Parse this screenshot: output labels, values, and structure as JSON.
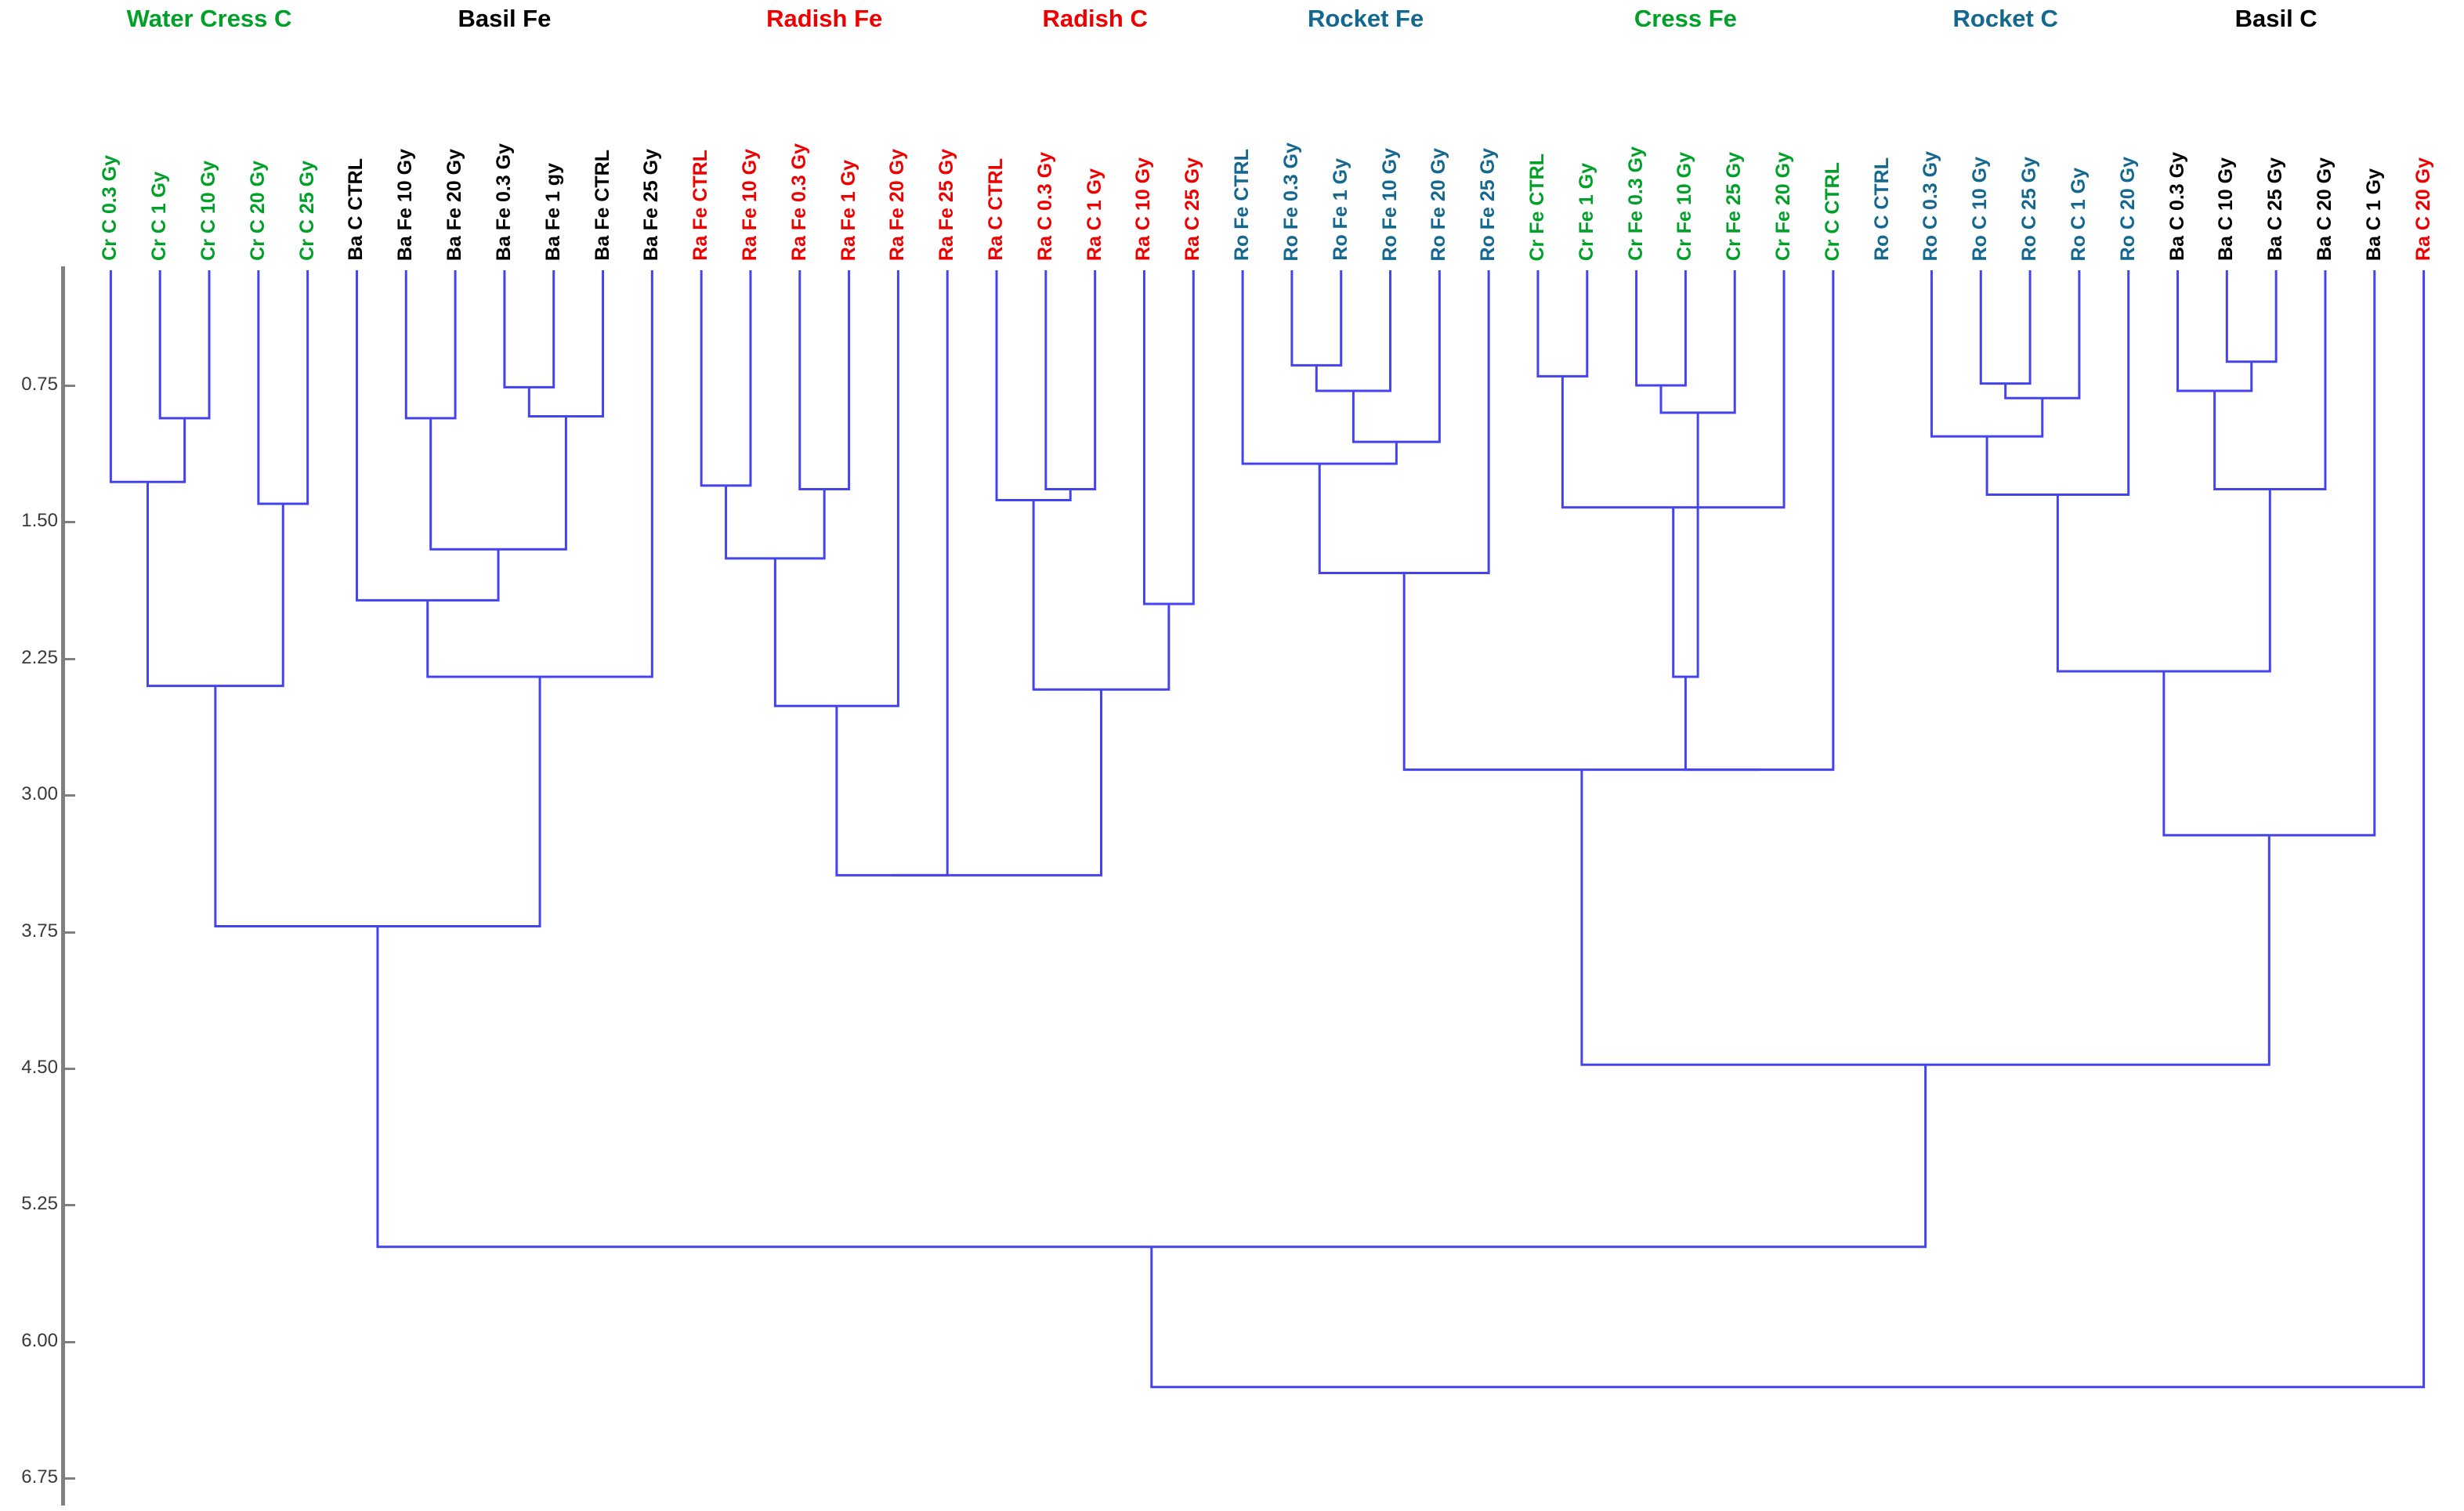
{
  "chart_data": {
    "type": "dendrogram",
    "title": "",
    "xlabel": "",
    "ylabel": "",
    "ylim": [
      0,
      7.2
    ],
    "grid": false,
    "legend": "none",
    "link_color": "#4444ee",
    "axis_color": "#808080",
    "y_ticks": [
      "0.75",
      "1.50",
      "2.25",
      "3.00",
      "3.75",
      "4.50",
      "5.25",
      "6.00",
      "6.75"
    ],
    "y_tick_values": [
      0.75,
      1.5,
      2.25,
      3.0,
      3.75,
      4.5,
      5.25,
      6.0,
      6.75
    ],
    "group_colors": {
      "cress_c": "#00a029",
      "basil": "#000000",
      "radish": "#ee0000",
      "rocket": "#14688f",
      "cress_fe": "#00a029"
    },
    "groups": [
      {
        "name": "Water Cress C",
        "color": "#00a029",
        "center_x": 0.043,
        "leaf_start": 0,
        "leaf_count": 5
      },
      {
        "name": "Basil Fe",
        "color": "#000000",
        "center_x": 0.1955,
        "leaf_start": 5,
        "leaf_count": 7
      },
      {
        "name": "Radish Fe",
        "color": "#ee0000",
        "center_x": 0.339,
        "leaf_start": 12,
        "leaf_count": 6
      },
      {
        "name": "Radish C",
        "color": "#ee0000",
        "center_x": 0.465,
        "leaf_start": 18,
        "leaf_count": 5
      },
      {
        "name": "Rocket Fe",
        "color": "#14688f",
        "center_x": 0.58,
        "leaf_start": 23,
        "leaf_count": 6
      },
      {
        "name": "Cress Fe",
        "color": "#00a029",
        "center_x": 0.7,
        "leaf_start": 29,
        "leaf_count": 7
      },
      {
        "name": "Rocket C",
        "color": "#14688f",
        "center_x": 0.818,
        "leaf_start": 36,
        "leaf_count": 6
      },
      {
        "name": "Basil C",
        "color": "#000000",
        "center_x": 0.944,
        "leaf_start": 42,
        "leaf_count": 5
      }
    ],
    "leaves": [
      {
        "label": "Cr C 0.3 Gy",
        "color": "#00a029"
      },
      {
        "label": "Cr C 1 Gy",
        "color": "#00a029"
      },
      {
        "label": "Cr C 10 Gy",
        "color": "#00a029"
      },
      {
        "label": "Cr C 20 Gy",
        "color": "#00a029"
      },
      {
        "label": "Cr C 25 Gy",
        "color": "#00a029"
      },
      {
        "label": "Ba C CTRL",
        "color": "#000000"
      },
      {
        "label": "Ba Fe 10 Gy",
        "color": "#000000"
      },
      {
        "label": "Ba Fe 20 Gy",
        "color": "#000000"
      },
      {
        "label": "Ba Fe 0.3 Gy",
        "color": "#000000"
      },
      {
        "label": "Ba Fe 1 gy",
        "color": "#000000"
      },
      {
        "label": "Ba Fe CTRL",
        "color": "#000000"
      },
      {
        "label": "Ba Fe 25 Gy",
        "color": "#000000"
      },
      {
        "label": "Ra Fe CTRL",
        "color": "#ee0000"
      },
      {
        "label": "Ra Fe 10 Gy",
        "color": "#ee0000"
      },
      {
        "label": "Ra Fe 0.3 Gy",
        "color": "#ee0000"
      },
      {
        "label": "Ra Fe 1 Gy",
        "color": "#ee0000"
      },
      {
        "label": "Ra Fe 20 Gy",
        "color": "#ee0000"
      },
      {
        "label": "Ra Fe 25 Gy",
        "color": "#ee0000"
      },
      {
        "label": "Ra C CTRL",
        "color": "#ee0000"
      },
      {
        "label": "Ra C 0.3 Gy",
        "color": "#ee0000"
      },
      {
        "label": "Ra C 1 Gy",
        "color": "#ee0000"
      },
      {
        "label": "Ra C 10 Gy",
        "color": "#ee0000"
      },
      {
        "label": "Ra C 25 Gy",
        "color": "#ee0000"
      },
      {
        "label": "Ro Fe CTRL",
        "color": "#14688f"
      },
      {
        "label": "Ro Fe 0.3 Gy",
        "color": "#14688f"
      },
      {
        "label": "Ro Fe 1 Gy",
        "color": "#14688f"
      },
      {
        "label": "Ro Fe 10 Gy",
        "color": "#14688f"
      },
      {
        "label": "Ro Fe 20 Gy",
        "color": "#14688f"
      },
      {
        "label": "Ro Fe 25 Gy",
        "color": "#14688f"
      },
      {
        "label": "Cr Fe CTRL",
        "color": "#00a029"
      },
      {
        "label": "Cr Fe 1 Gy",
        "color": "#00a029"
      },
      {
        "label": "Cr Fe 0.3 Gy",
        "color": "#00a029"
      },
      {
        "label": "Cr Fe 10 Gy",
        "color": "#00a029"
      },
      {
        "label": "Cr Fe 25 Gy",
        "color": "#00a029"
      },
      {
        "label": "Cr Fe 20 Gy",
        "color": "#00a029"
      },
      {
        "label": "Cr C CTRL",
        "color": "#00a029"
      },
      {
        "label": "Ro C CTRL",
        "color": "#14688f"
      },
      {
        "label": "Ro C 0.3 Gy",
        "color": "#14688f"
      },
      {
        "label": "Ro C 10 Gy",
        "color": "#14688f"
      },
      {
        "label": "Ro C 25 Gy",
        "color": "#14688f"
      },
      {
        "label": "Ro C 1 Gy",
        "color": "#14688f"
      },
      {
        "label": "Ro C 20 Gy",
        "color": "#14688f"
      },
      {
        "label": "Ba C 0.3 Gy",
        "color": "#000000"
      },
      {
        "label": "Ba C 10 Gy",
        "color": "#000000"
      },
      {
        "label": "Ba C 25 Gy",
        "color": "#000000"
      },
      {
        "label": "Ba C 20 Gy",
        "color": "#000000"
      },
      {
        "label": "Ba C 1 Gy",
        "color": "#000000"
      },
      {
        "label": "Ra C 20 Gy",
        "color": "#ee0000"
      }
    ],
    "merges": [
      {
        "id": 48,
        "a": 1,
        "b": 2,
        "h": 0.93
      },
      {
        "id": 49,
        "a": 0,
        "b": 48,
        "h": 1.28
      },
      {
        "id": 50,
        "a": 3,
        "b": 4,
        "h": 1.4
      },
      {
        "id": 51,
        "a": 49,
        "b": 50,
        "h": 2.4
      },
      {
        "id": 52,
        "a": 6,
        "b": 7,
        "h": 0.93
      },
      {
        "id": 53,
        "a": 8,
        "b": 9,
        "h": 0.76
      },
      {
        "id": 54,
        "a": 53,
        "b": 10,
        "h": 0.92
      },
      {
        "id": 55,
        "a": 52,
        "b": 54,
        "h": 1.65
      },
      {
        "id": 56,
        "a": 5,
        "b": 55,
        "h": 1.93
      },
      {
        "id": 57,
        "a": 56,
        "b": 11,
        "h": 2.35
      },
      {
        "id": 58,
        "a": 51,
        "b": 57,
        "h": 3.72
      },
      {
        "id": 59,
        "a": 12,
        "b": 13,
        "h": 1.3
      },
      {
        "id": 60,
        "a": 14,
        "b": 15,
        "h": 1.32
      },
      {
        "id": 61,
        "a": 59,
        "b": 60,
        "h": 1.7
      },
      {
        "id": 62,
        "a": 61,
        "b": 16,
        "h": 2.51
      },
      {
        "id": 63,
        "a": 62,
        "b": 17,
        "h": 3.44
      },
      {
        "id": 64,
        "a": 19,
        "b": 20,
        "h": 1.32
      },
      {
        "id": 65,
        "a": 18,
        "b": 64,
        "h": 1.38
      },
      {
        "id": 66,
        "a": 21,
        "b": 22,
        "h": 1.95
      },
      {
        "id": 67,
        "a": 65,
        "b": 66,
        "h": 2.42
      },
      {
        "id": 68,
        "a": 63,
        "b": 67,
        "h": 3.44
      },
      {
        "id": 69,
        "a": 24,
        "b": 25,
        "h": 0.64
      },
      {
        "id": 70,
        "a": 69,
        "b": 26,
        "h": 0.78
      },
      {
        "id": 71,
        "a": 70,
        "b": 27,
        "h": 1.06
      },
      {
        "id": 72,
        "a": 23,
        "b": 71,
        "h": 1.18
      },
      {
        "id": 73,
        "a": 72,
        "b": 28,
        "h": 1.78
      },
      {
        "id": 74,
        "a": 29,
        "b": 30,
        "h": 0.7
      },
      {
        "id": 75,
        "a": 31,
        "b": 32,
        "h": 0.75
      },
      {
        "id": 76,
        "a": 75,
        "b": 33,
        "h": 0.9
      },
      {
        "id": 77,
        "a": 74,
        "b": 34,
        "h": 1.42
      },
      {
        "id": 78,
        "a": 77,
        "b": 76,
        "h": 2.35
      },
      {
        "id": 79,
        "a": 78,
        "b": 35,
        "h": 2.86
      },
      {
        "id": 80,
        "a": 73,
        "b": 79,
        "h": 2.86
      },
      {
        "id": 81,
        "a": 38,
        "b": 39,
        "h": 0.74
      },
      {
        "id": 82,
        "a": 81,
        "b": 40,
        "h": 0.82
      },
      {
        "id": 83,
        "a": 37,
        "b": 82,
        "h": 1.03
      },
      {
        "id": 84,
        "a": 83,
        "b": 41,
        "h": 1.35
      },
      {
        "id": 85,
        "a": 43,
        "b": 44,
        "h": 0.62
      },
      {
        "id": 86,
        "a": 42,
        "b": 85,
        "h": 0.78
      },
      {
        "id": 87,
        "a": 86,
        "b": 45,
        "h": 1.32
      },
      {
        "id": 88,
        "a": 84,
        "b": 87,
        "h": 2.32
      },
      {
        "id": 89,
        "a": 88,
        "b": 46,
        "h": 3.22
      },
      {
        "id": 90,
        "a": 80,
        "b": 89,
        "h": 4.48
      },
      {
        "id": 91,
        "a": 58,
        "b": 90,
        "h": 5.48
      },
      {
        "id": 92,
        "a": 91,
        "b": 47,
        "h": 6.25
      }
    ]
  }
}
